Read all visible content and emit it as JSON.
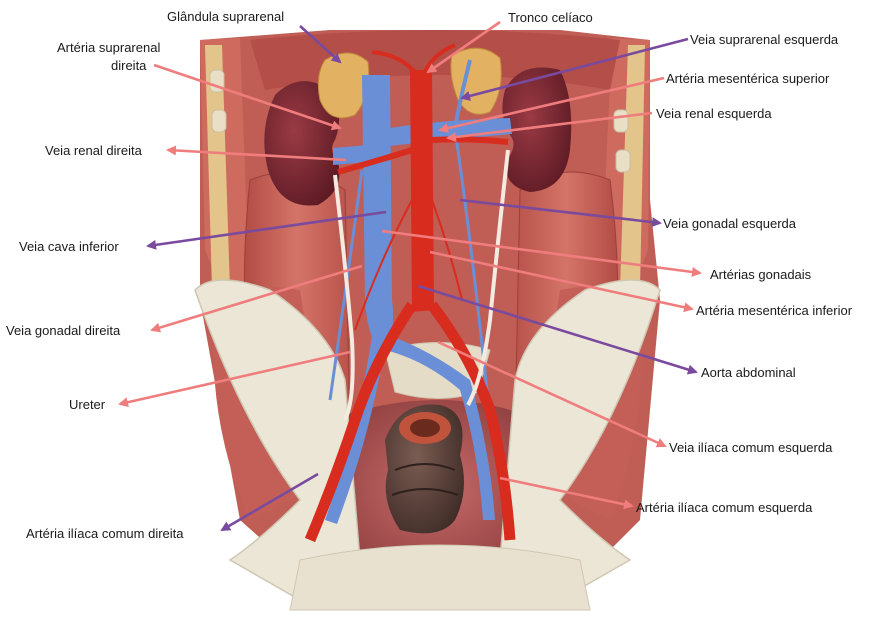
{
  "labels": {
    "glandula_suprarenal": "Glândula suprarenal",
    "tronco_celiaco": "Tronco celíaco",
    "arteria_suprarenal_direita_l1": "Artéria suprarenal",
    "arteria_suprarenal_direita_l2": "direita",
    "veia_suprarenal_esquerda": "Veia suprarenal esquerda",
    "arteria_mesenterica_superior": "Artéria mesentérica superior",
    "veia_renal_esquerda": "Veia renal esquerda",
    "veia_renal_direita": "Veia renal direita",
    "veia_gonadal_esquerda": "Veia gonadal esquerda",
    "veia_cava_inferior": "Veia cava inferior",
    "arterias_gonadais": "Artérias gonadais",
    "arteria_mesenterica_inferior": "Artéria mesentérica inferior",
    "veia_gonadal_direita": "Veia gonadal direita",
    "aorta_abdominal": "Aorta abdominal",
    "ureter": "Ureter",
    "veia_iliaca_comum_esquerda": "Veia ilíaca comum esquerda",
    "arteria_iliaca_comum_esquerda": "Artéria ilíaca comum esquerda",
    "arteria_iliaca_comum_direita": "Artéria ilíaca comum direita"
  },
  "colors": {
    "pink_arrow": "#f07d7d",
    "purple_arrow": "#7a4a9e",
    "artery": "#d82c1e",
    "vein": "#6a8fd6",
    "muscle": "#c9605a",
    "kidney": "#7a2530",
    "bone": "#ece6d6"
  }
}
